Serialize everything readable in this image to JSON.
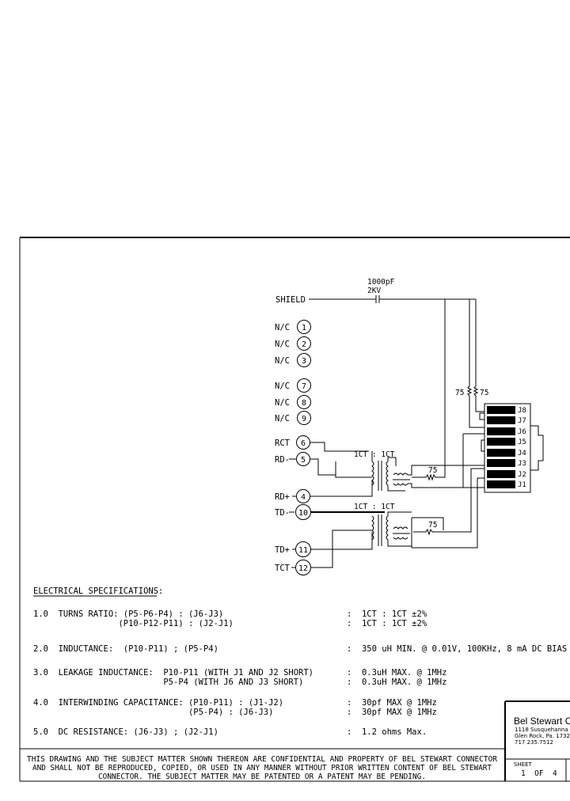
{
  "schematic": {
    "capacitor": {
      "value": "1000pF",
      "voltage": "2KV"
    },
    "shield_label": "SHIELD",
    "nc_label": "N/C",
    "nc_pins": [
      "1",
      "2",
      "3",
      "7",
      "8",
      "9"
    ],
    "signals": [
      {
        "label": "RCT",
        "pin": "6"
      },
      {
        "label": "RD-",
        "pin": "5"
      },
      {
        "label": "RD+",
        "pin": "4"
      },
      {
        "label": "TD-",
        "pin": "10"
      },
      {
        "label": "TD+",
        "pin": "11"
      },
      {
        "label": "TCT",
        "pin": "12"
      }
    ],
    "ratio_rx": "1CT : 1CT",
    "ratio_tx": "1CT : 1CT",
    "resistor_top_left": "75",
    "resistor_top_right": "75",
    "resistor_rx": "75",
    "resistor_tx": "75",
    "jack_pins": [
      "J8",
      "J7",
      "J6",
      "J5",
      "J4",
      "J3",
      "J2",
      "J1"
    ]
  },
  "specs": {
    "heading": "ELECTRICAL SPECIFICATIONS:",
    "rows": [
      {
        "label": "1.0  TURNS RATIO: (P5-P6-P4) : (J6-J3)",
        "value": ":  1CT : 1CT ±2%"
      },
      {
        "label": "                 (P10-P12-P11) : (J2-J1)",
        "value": ":  1CT : 1CT ±2%"
      },
      {
        "label": "2.0  INDUCTANCE:  (P10-P11) ; (P5-P4)",
        "value": ":  350 uH MIN. @ 0.01V, 100KHz, 8 mA DC BIAS"
      },
      {
        "label": "3.0  LEAKAGE INDUCTANCE:  P10-P11 (WITH J1 AND J2 SHORT)",
        "value": ":  0.3uH MAX. @ 1MHz"
      },
      {
        "label": "                          P5-P4 (WITH J6 AND J3 SHORT)",
        "value": ":  0.3uH MAX. @ 1MHz"
      },
      {
        "label": "4.0  INTERWINDING CAPACITANCE: (P10-P11) : (J1-J2)",
        "value": ":  30pf MAX @ 1MHz"
      },
      {
        "label": "                               (P5-P4) : (J6-J3)",
        "value": ":  30pf MAX @ 1MHz"
      },
      {
        "label": "5.0  DC RESISTANCE: (J6-J3) ; (J2-J1)",
        "value": ":  1.2 ohms Max."
      }
    ]
  },
  "footer": {
    "notice": [
      "THIS DRAWING AND THE SUBJECT MATTER SHOWN THEREON ARE CONFIDENTIAL AND PROPERTY OF BEL STEWART CONNECTOR",
      "AND SHALL NOT BE REPRODUCED, COPIED, OR USED IN ANY MANNER WITHOUT PRIOR WRITTEN CONTENT OF BEL STEWART",
      "CONNECTOR.  THE SUBJECT MATTER MAY BE PATENTED OR A PATENT MAY BE PENDING."
    ],
    "company": "Bel Stewart C",
    "address": [
      "1118 Susquehanna",
      "Glen Rock, Pa. 1732",
      "717 235.7512"
    ],
    "sheet_label": "SHEET",
    "sheet_value": "1  OF  4"
  }
}
